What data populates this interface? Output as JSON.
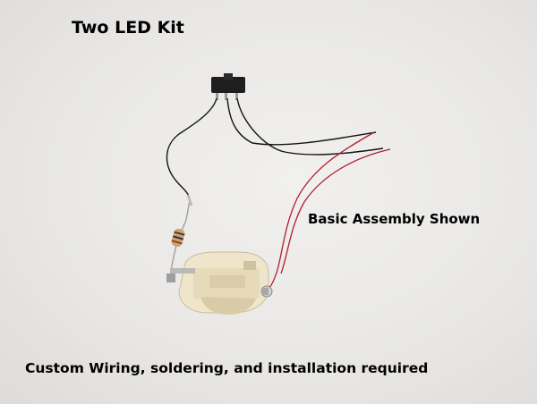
{
  "captions": {
    "title": "Two LED Kit",
    "assembly": "Basic Assembly Shown",
    "footer": "Custom Wiring, soldering, and installation required"
  },
  "colors": {
    "background": "#ebeae8",
    "black_wire": "#141414",
    "red_wire": "#b01e30",
    "battery_holder": "#f0e6cc",
    "resistor": "#c9a078"
  }
}
